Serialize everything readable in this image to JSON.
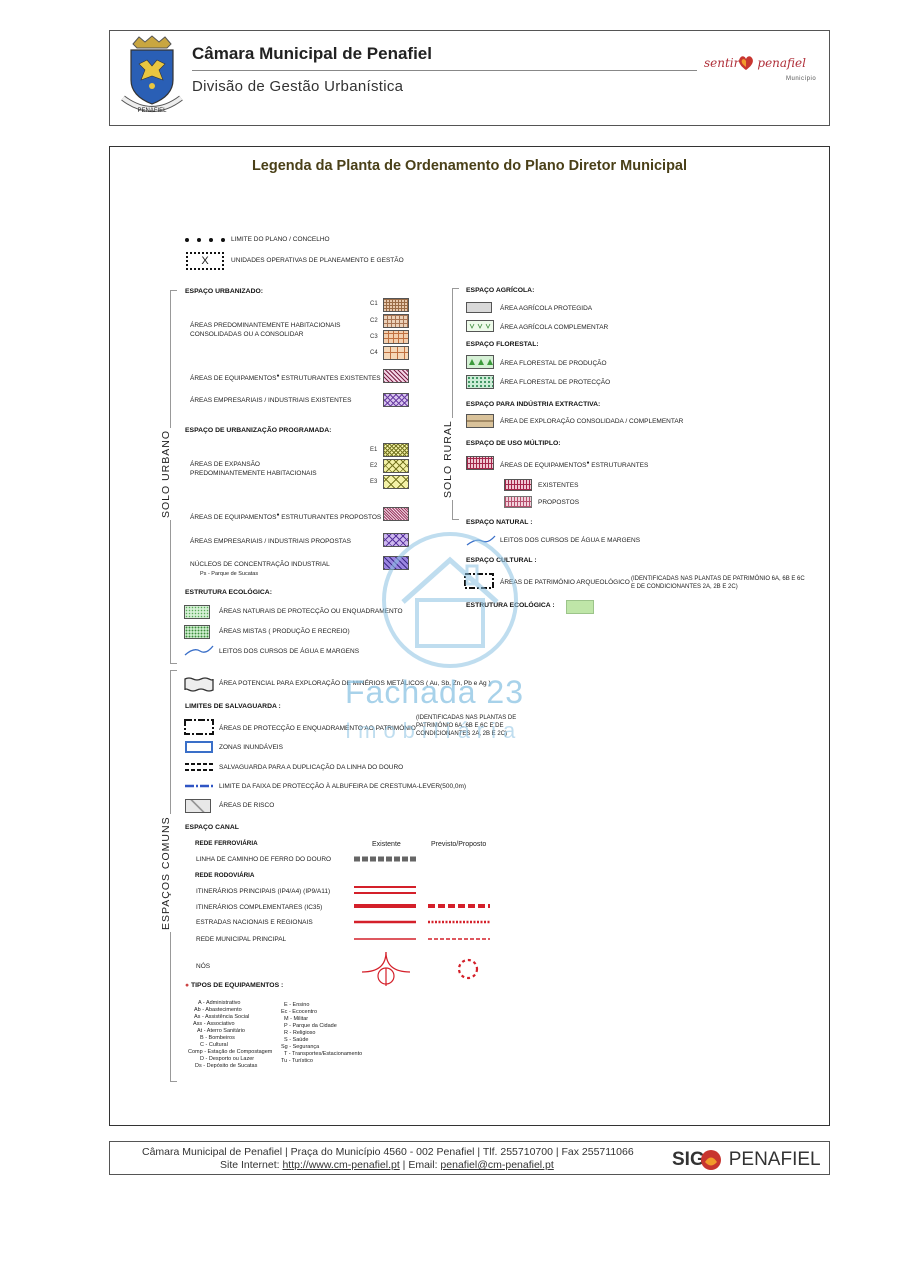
{
  "header": {
    "organization": "Câmara Municipal de Penafiel",
    "division": "Divisão de Gestão Urbanística",
    "crest_text": "PENAFIEL",
    "logo_word_left": "sentir",
    "logo_word_right": "penafiel",
    "logo_sub": "Município"
  },
  "title": "Legenda da Planta de Ordenamento do Plano Diretor Municipal",
  "top": {
    "limite": "LIMITE DO PLANO / CONCELHO",
    "uop_mark": "X",
    "uop": "UNIDADES OPERATIVAS DE PLANEAMENTO E GESTÃO"
  },
  "solo_urbano": {
    "vertical_label": "SOLO URBANO",
    "urbanizado_heading": "ESPAÇO URBANIZADO:",
    "habitacionais_line1": "ÁREAS PREDOMINANTEMENTE HABITACIONAIS",
    "habitacionais_line2": "CONSOLIDADAS OU A CONSOLIDAR",
    "codes_c": [
      "C1",
      "C2",
      "C3",
      "C4"
    ],
    "equip_existentes": "ÁREAS DE EQUIPAMENTOS",
    "equip_existentes_suffix": " ESTRUTURANTES EXISTENTES",
    "empresariais_existentes": "ÁREAS EMPRESARIAIS / INDUSTRIAIS EXISTENTES",
    "programada_heading": "ESPAÇO DE URBANIZAÇÃO PROGRAMADA:",
    "expansao_line1": "ÁREAS DE EXPANSÃO",
    "expansao_line2": "PREDOMINANTEMENTE HABITACIONAIS",
    "codes_e": [
      "E1",
      "E2",
      "E3"
    ],
    "equip_propostos": "ÁREAS DE EQUIPAMENTOS",
    "equip_propostos_suffix": " ESTRUTURANTES PROPOSTOS",
    "empresariais_propostas": "ÁREAS EMPRESARIAIS / INDUSTRIAIS PROPOSTAS",
    "nucleos": "NÚCLEOS DE CONCENTRAÇÃO INDUSTRIAL",
    "nucleos_sub": "Ps - Parque de Sucatas",
    "estrutura_heading": "ESTRUTURA ECOLÓGICA:",
    "naturais": "ÁREAS NATURAIS DE PROTECÇÃO OU ENQUADRAMENTO",
    "mistas": "ÁREAS MISTAS ( PRODUÇÃO E RECREIO)",
    "leitos": "LEITOS DOS CURSOS DE ÁGUA E MARGENS"
  },
  "solo_rural": {
    "vertical_label": "SOLO RURAL",
    "agricola_heading": "ESPAÇO AGRÍCOLA:",
    "agricola_protegida": "ÁREA AGRÍCOLA PROTEGIDA",
    "agricola_complementar": "ÁREA AGRÍCOLA COMPLEMENTAR",
    "florestal_heading": "ESPAÇO FLORESTAL:",
    "florestal_producao": "ÁREA FLORESTAL DE PRODUÇÃO",
    "florestal_proteccao": "ÁREA FLORESTAL DE PROTECÇÃO",
    "extractiva_heading": "ESPAÇO PARA INDÚSTRIA EXTRACTIVA:",
    "extractiva_area": "ÁREA DE EXPLORAÇÃO CONSOLIDADA / COMPLEMENTAR",
    "multiplo_heading": "ESPAÇO DE USO MÚLTIPLO:",
    "multiplo_equip": "ÁREAS DE EQUIPAMENTOS",
    "multiplo_equip_suffix": " ESTRUTURANTES",
    "existentes": "EXISTENTES",
    "propostos": "PROPOSTOS",
    "natural_heading": "ESPAÇO NATURAL :",
    "natural_leitos": "LEITOS DOS CURSOS DE ÁGUA E MARGENS",
    "cultural_heading": "ESPAÇO CULTURAL :",
    "arqueologico": "ÁREAS DE PATRIMÓNIO ARQUEOLÓGICO",
    "arqueologico_note1": "(IDENTIFICADAS NAS PLANTAS DE PATRIMÓNIO 6A, 6B E 6C",
    "arqueologico_note2": " E DE CONDICIONANTES 2A, 2B E 2C)",
    "estrutura_heading": "ESTRUTURA ECOLÓGICA :"
  },
  "comuns": {
    "vertical_label": "ESPAÇOS COMUNS",
    "minerios": "ÁREA POTENCIAL PARA EXPLORAÇÃO DE MINÉRIOS METÁLICOS ( Au, Sb, Zn, Pb e Ag )",
    "salvaguarda_heading": "LIMITES DE SALVAGUARDA :",
    "patrimonio": "ÁREAS DE PROTECÇÃO E ENQUADRAMENTO AO PATRIMÓNIO",
    "patrimonio_note1": "(IDENTIFICADAS NAS PLANTAS DE",
    "patrimonio_note2": "PATRIMÓNIO 6A, 6B E 6C E DE",
    "patrimonio_note3": "CONDICIONANTES 2A, 2B E 2C)",
    "inundaveis": "ZONAS INUNDÁVEIS",
    "douro": "SALVAGUARDA PARA A DUPLICAÇÃO DA LINHA DO DOURO",
    "albufeira": "LIMITE DA FAIXA DE PROTECÇÃO À ALBUFEIRA DE CRESTUMA-LEVER(500,0m)",
    "risco": "ÁREAS DE RISCO",
    "canal_heading": "ESPAÇO CANAL",
    "ferroviaria": "REDE FERROVIÁRIA",
    "col_existente": "Existente",
    "col_previsto": "Previsto/Proposto",
    "caminho_ferro": "LINHA DE CAMINHO DE FERRO DO DOURO",
    "rodoviaria": "REDE RODOVIÁRIA",
    "itin_principais": "ITINERÁRIOS PRINCIPAIS (IP4/A4) (IP9/A11)",
    "itin_complementares": "ITINERÁRIOS COMPLEMENTARES (IC35)",
    "estradas": "ESTRADAS NACIONAIS E REGIONAIS",
    "municipal": "REDE MUNICIPAL PRINCIPAL",
    "nos": "NÓS",
    "tipos_heading": "TIPOS DE EQUIPAMENTOS :",
    "tipos_left": [
      "A - Administrativo",
      "Ab - Abastecimento",
      "As - Assistência Social",
      "Ass - Associativo",
      "At - Aterro Sanitário",
      "B - Bombeiros",
      "C - Cultural",
      "Comp - Estação de Compostagem",
      "D - Desporto ou Lazer",
      "Ds - Depósito de Sucatas"
    ],
    "tipos_right": [
      "E - Ensino",
      "Ec - Ecocentro",
      "M - Militar",
      "P - Parque da Cidade",
      "R - Religioso",
      "S - Saúde",
      "Sg - Segurança",
      "T - Transportes/Estacionamento",
      "Tu - Turístico"
    ]
  },
  "watermark": {
    "main": "Fachada 23",
    "sub": "Imobiliária"
  },
  "footer": {
    "line1": "Câmara Municipal de Penafiel | Praça do Município 4560 - 002 Penafiel   | Tlf. 255710700 | Fax 255711066",
    "site_prefix": "Site Internet: ",
    "site_url": "http://www.cm-penafiel.pt",
    "email_prefix": " | Email: ",
    "email": "penafiel@cm-penafiel.pt",
    "logo_left": "SIG",
    "logo_right": "PENAFIEL"
  },
  "colors": {
    "road_red": "#d4202a",
    "river_blue": "#3a6fc8",
    "title_brown": "#4a4018",
    "heart_red": "#c8352f",
    "heart_orange": "#f19a2b"
  }
}
